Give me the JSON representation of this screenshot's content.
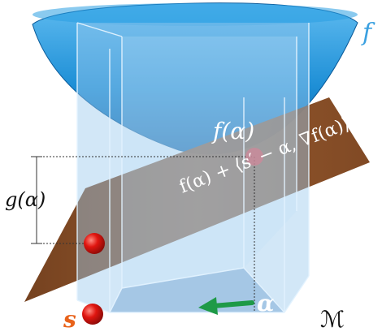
{
  "labels": {
    "f": "f",
    "f_alpha": "f(α)",
    "g_alpha": "g(α)",
    "tangent": "f(α) + ⟨s′ − α, ∇f(α)⟩",
    "alpha": "α",
    "s": "s",
    "M": "ℳ"
  },
  "colors": {
    "bowl": "#1e8fd6",
    "bowl_dark": "#0b5fa3",
    "plane": "#8a4a1e",
    "prism": "#9cc9ee",
    "prism_edge": "#d9efff",
    "point": "#e0150f",
    "arrow": "#1e9a47",
    "f_label": "#3aa0e0",
    "s_label": "#e8621a",
    "white_text": "#ffffff",
    "dark_text": "#111111"
  }
}
